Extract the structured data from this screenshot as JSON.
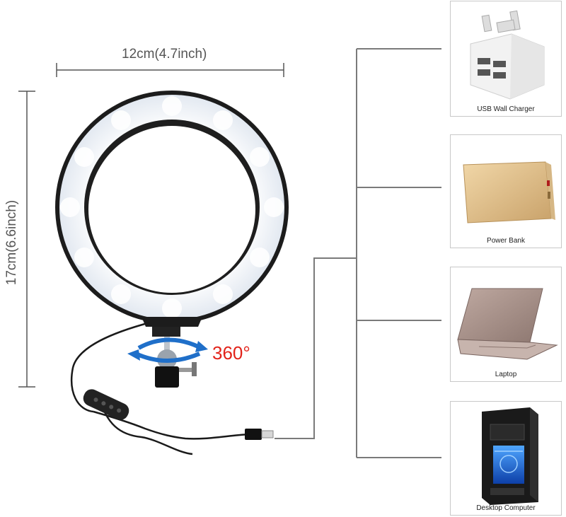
{
  "dimensions": {
    "width_label": "12cm(4.7inch)",
    "height_label": "17cm(6.6inch)"
  },
  "rotation_label": "360°",
  "devices": [
    {
      "label": "USB Wall Charger",
      "icon": "usb-wall-charger-icon"
    },
    {
      "label": "Power Bank",
      "icon": "power-bank-icon"
    },
    {
      "label": "Laptop",
      "icon": "laptop-icon"
    },
    {
      "label": "Desktop Computer",
      "icon": "desktop-computer-icon"
    }
  ],
  "colors": {
    "rotation_text": "#e2231a",
    "rotation_arrow": "#1f6fc9",
    "ring_light": "#f4f7fb",
    "ring_frame": "#1c1c1c"
  }
}
